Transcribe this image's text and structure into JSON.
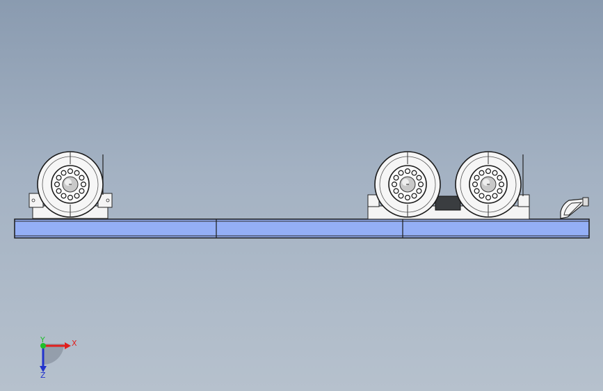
{
  "viewport": {
    "background_top": "#8a9bb0",
    "background_bottom": "#b6c1cd"
  },
  "model": {
    "rail_color": "#94aff6",
    "rail_edge_color": "#1a1a1a",
    "rail_segments": 3,
    "roller_units": [
      {
        "id": "idler-left",
        "wheels": 1
      },
      {
        "id": "drive-right",
        "wheels": 2
      }
    ],
    "end_bracket": "triangular-support"
  },
  "triad": {
    "x_label": "X",
    "y_label": "Y",
    "z_label": "Z",
    "x_color": "#e0201e",
    "y_color": "#1fbf2a",
    "z_color": "#2233cc"
  }
}
